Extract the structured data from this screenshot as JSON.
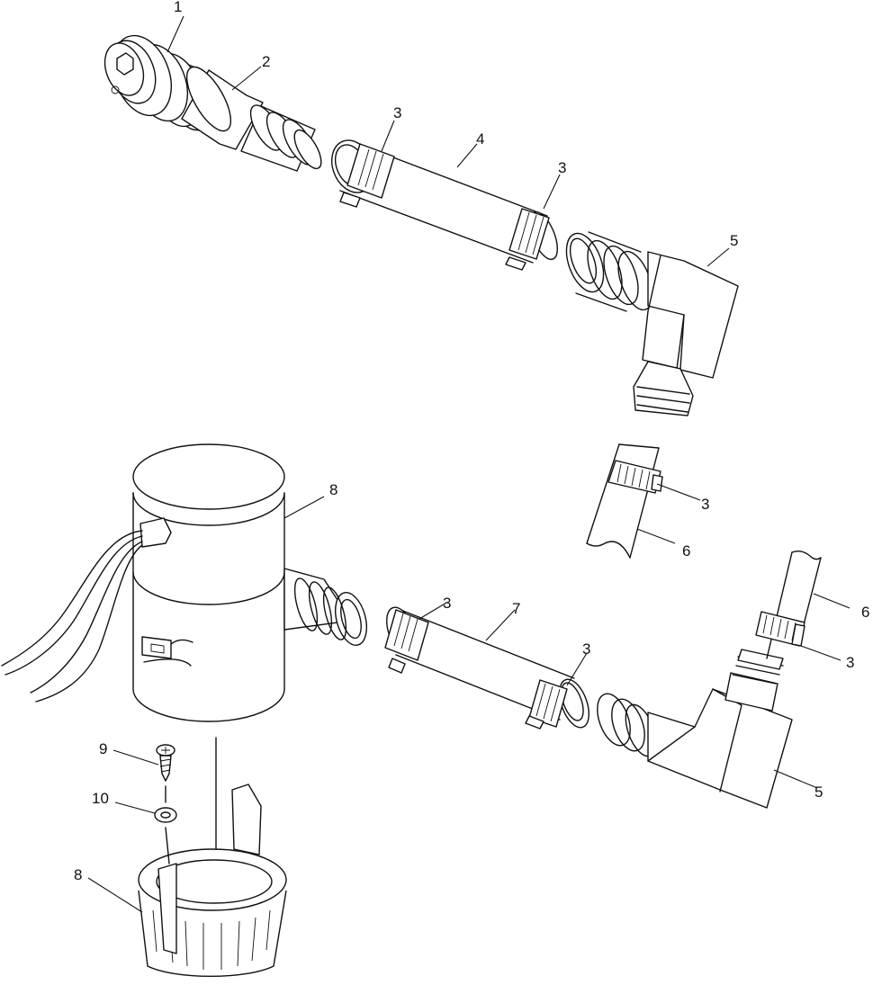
{
  "diagram": {
    "callouts": [
      {
        "id": "c1",
        "text": "1"
      },
      {
        "id": "c2",
        "text": "2"
      },
      {
        "id": "c3a",
        "text": "3"
      },
      {
        "id": "c4",
        "text": "4"
      },
      {
        "id": "c3b",
        "text": "3"
      },
      {
        "id": "c5a",
        "text": "5"
      },
      {
        "id": "c8a",
        "text": "8"
      },
      {
        "id": "c3c",
        "text": "3"
      },
      {
        "id": "c6a",
        "text": "6"
      },
      {
        "id": "c3d",
        "text": "3"
      },
      {
        "id": "c7",
        "text": "7"
      },
      {
        "id": "c6b",
        "text": "6"
      },
      {
        "id": "c3e",
        "text": "3"
      },
      {
        "id": "c3f",
        "text": "3"
      },
      {
        "id": "c5b",
        "text": "5"
      },
      {
        "id": "c9",
        "text": "9"
      },
      {
        "id": "c10",
        "text": "10"
      },
      {
        "id": "c8b",
        "text": "8"
      }
    ]
  }
}
